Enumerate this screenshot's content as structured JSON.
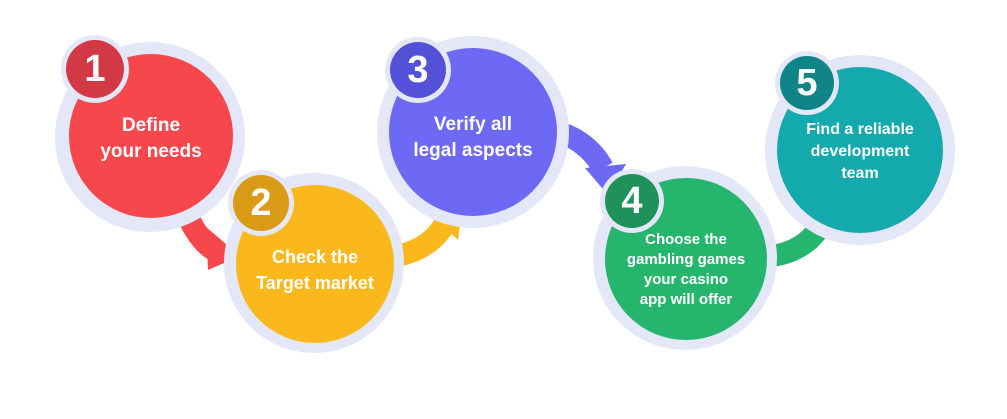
{
  "steps": [
    {
      "number": "1",
      "label": "Define\nyour needs",
      "color": "#f5474c",
      "badge_color": "#d33944"
    },
    {
      "number": "2",
      "label": "Check the\nTarget market",
      "color": "#fbb81d",
      "badge_color": "#d99a15"
    },
    {
      "number": "3",
      "label": "Verify all\nlegal aspects",
      "color": "#6d69f4",
      "badge_color": "#5451d9"
    },
    {
      "number": "4",
      "label": "Choose the\ngambling games\nyour casino\napp will offer",
      "color": "#26b56c",
      "badge_color": "#1e925a"
    },
    {
      "number": "5",
      "label": "Find a reliable\ndevelopment\nteam",
      "color": "#14a9ac",
      "badge_color": "#0f8588"
    }
  ],
  "halo_color": "#e4e7f7"
}
